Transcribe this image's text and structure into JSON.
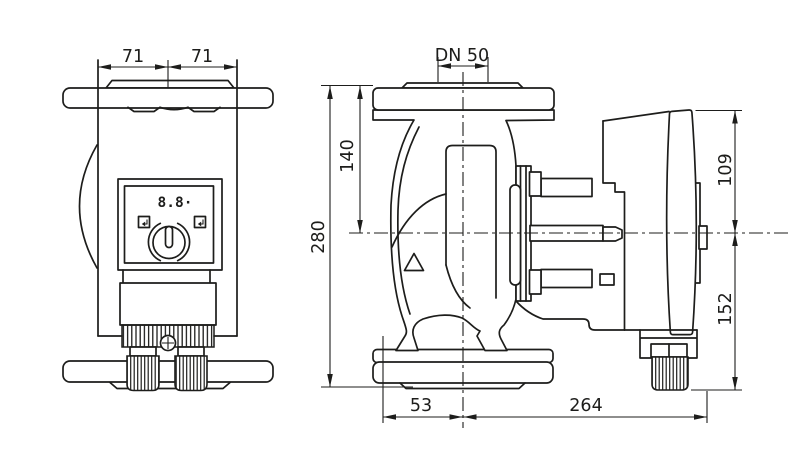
{
  "colors": {
    "line": "#1d1d1b",
    "background": "#ffffff"
  },
  "front_view": {
    "dim_half_width_left": "71",
    "dim_half_width_right": "71",
    "display_value": "8.8·"
  },
  "side_view": {
    "dim_port": "DN 50",
    "dim_flange_to_axis": "140",
    "dim_total_height": "280",
    "dim_axis_to_module_top": "109",
    "dim_axis_to_gland_bottom": "152",
    "dim_axis_to_casing_left": "53",
    "dim_axis_to_right": "264"
  }
}
